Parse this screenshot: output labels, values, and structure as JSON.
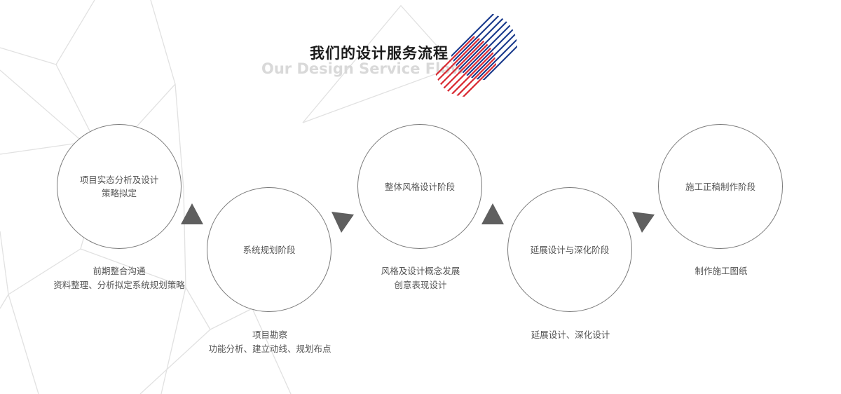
{
  "header": {
    "title_cn": "我们的设计服务流程",
    "title_en": "Our Design Service Flow"
  },
  "steps": [
    {
      "title_line1": "项目实态分析及设计",
      "title_line2": "策略拟定",
      "desc_line1": "前期整合沟通",
      "desc_line2": "资料整理、分析拟定系统规划策略"
    },
    {
      "title_line1": "系统规划阶段",
      "title_line2": "",
      "desc_line1": "项目勘察",
      "desc_line2": "功能分析、建立动线、规划布点"
    },
    {
      "title_line1": "整体风格设计阶段",
      "title_line2": "",
      "desc_line1": "风格及设计概念发展",
      "desc_line2": "创意表现设计"
    },
    {
      "title_line1": "延展设计与深化阶段",
      "title_line2": "",
      "desc_line1": "延展设计、深化设计",
      "desc_line2": ""
    },
    {
      "title_line1": "施工正稿制作阶段",
      "title_line2": "",
      "desc_line1": "制作施工图纸",
      "desc_line2": ""
    }
  ],
  "colors": {
    "circle_border": "#7a7a7a",
    "arrow": "#5f5f5f",
    "background_lines": "#e3e3e3",
    "stripe_blue": "#1f3f8f",
    "stripe_red": "#d8262e"
  }
}
